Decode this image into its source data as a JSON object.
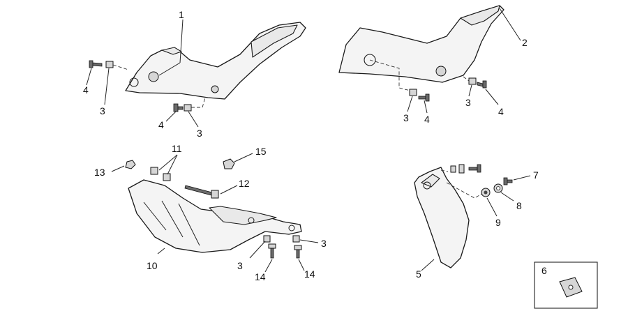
{
  "diagram": {
    "labels": [
      {
        "id": "l1",
        "text": "1"
      },
      {
        "id": "l2",
        "text": "2"
      },
      {
        "id": "l3a",
        "text": "3"
      },
      {
        "id": "l3b",
        "text": "3"
      },
      {
        "id": "l3c",
        "text": "3"
      },
      {
        "id": "l3d",
        "text": "3"
      },
      {
        "id": "l3e",
        "text": "3"
      },
      {
        "id": "l3f",
        "text": "3"
      },
      {
        "id": "l4a",
        "text": "4"
      },
      {
        "id": "l4b",
        "text": "4"
      },
      {
        "id": "l4c",
        "text": "4"
      },
      {
        "id": "l4d",
        "text": "4"
      },
      {
        "id": "l5",
        "text": "5"
      },
      {
        "id": "l6",
        "text": "6"
      },
      {
        "id": "l7",
        "text": "7"
      },
      {
        "id": "l8",
        "text": "8"
      },
      {
        "id": "l9",
        "text": "9"
      },
      {
        "id": "l10",
        "text": "10"
      },
      {
        "id": "l11",
        "text": "11"
      },
      {
        "id": "l12",
        "text": "12"
      },
      {
        "id": "l13",
        "text": "13"
      },
      {
        "id": "l14a",
        "text": "14"
      },
      {
        "id": "l14b",
        "text": "14"
      },
      {
        "id": "l15",
        "text": "15"
      }
    ]
  }
}
